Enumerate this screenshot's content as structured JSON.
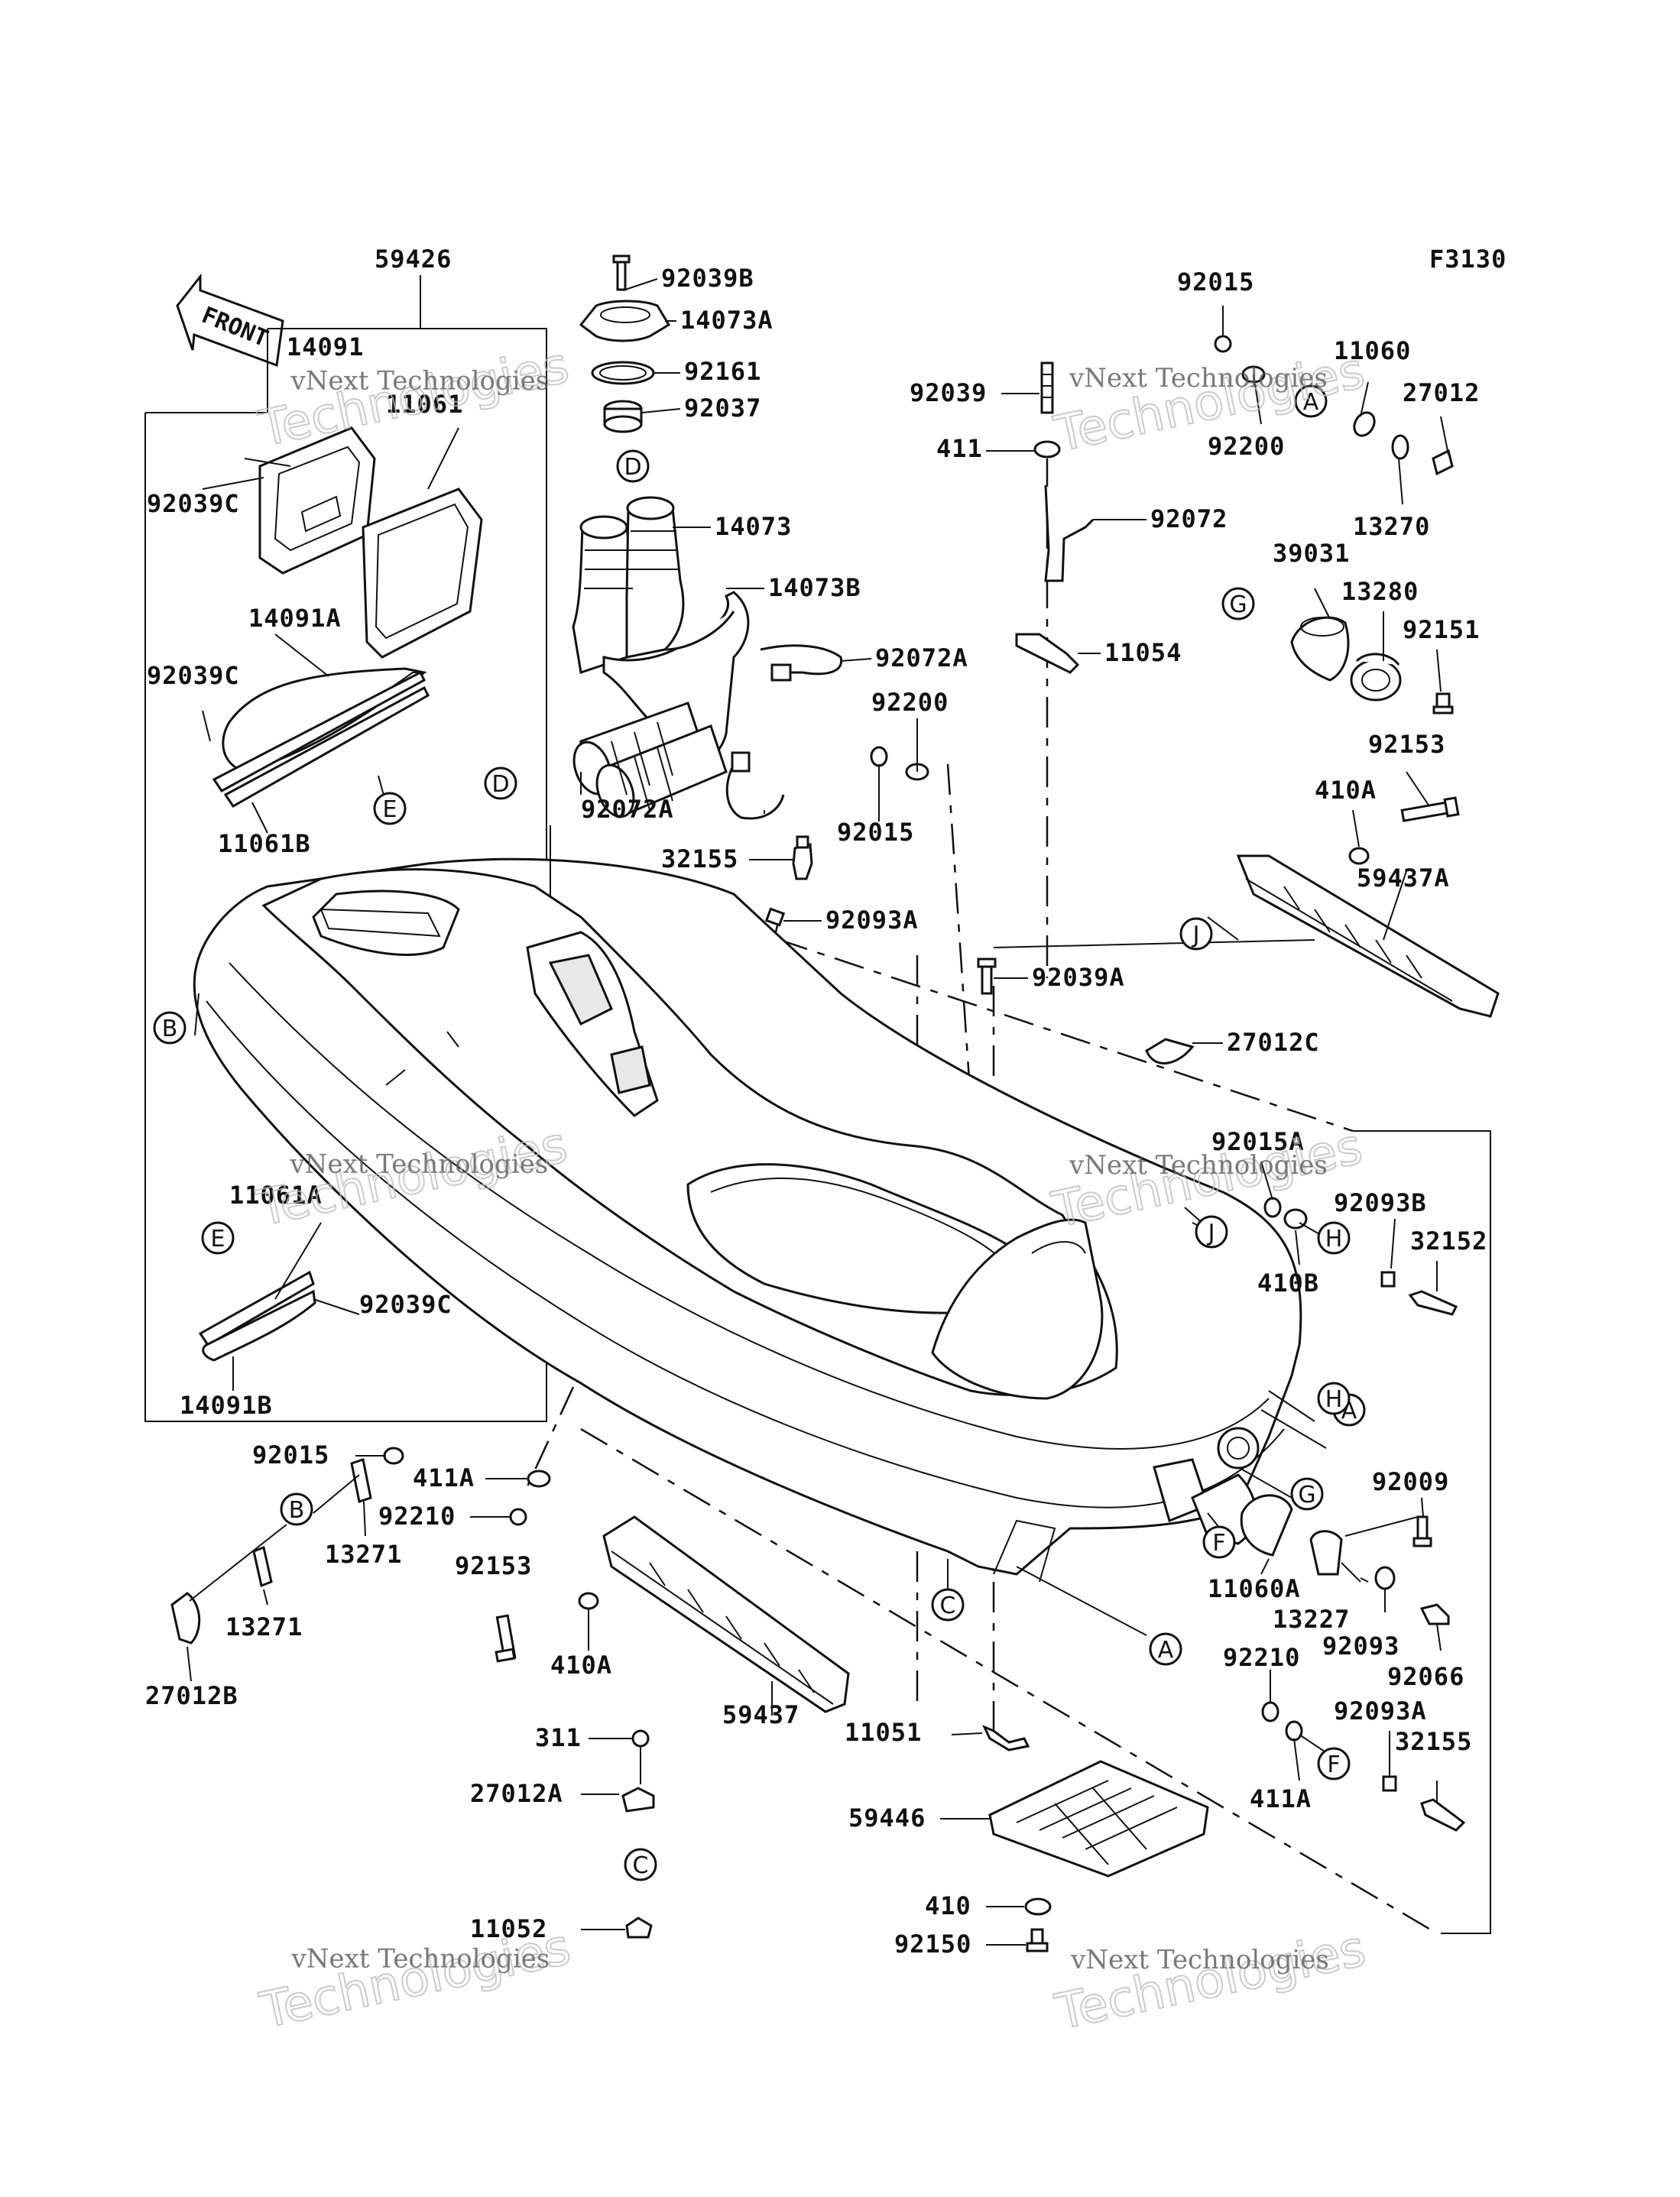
{
  "figure_code": "F3130",
  "front_arrow_text": "FRONT",
  "watermarks": [
    {
      "line1": "vNext Technologies",
      "line2": "Technologies"
    },
    {
      "line1": "vNext Technologies",
      "line2": "Technologies"
    },
    {
      "line1": "vNext Technologies",
      "line2": "Technologies"
    },
    {
      "line1": "vNext Technologies",
      "line2": "Technologies"
    },
    {
      "line1": "vNext Technologies",
      "line2": "Technologies"
    },
    {
      "line1": "vNext Technologies",
      "line2": "Technologies"
    }
  ],
  "part_labels": [
    "59426",
    "14091",
    "11061",
    "92039C",
    "14091A",
    "92039C",
    "11061B",
    "11061A",
    "92039C",
    "14091B",
    "92039B",
    "14073A",
    "92161",
    "92037",
    "14073",
    "14073B",
    "92072A",
    "92072A",
    "32155",
    "92093A",
    "92015",
    "92200",
    "92039",
    "411",
    "92072",
    "11054",
    "92015",
    "11060",
    "27012",
    "92200",
    "13270",
    "39031",
    "13280",
    "92151",
    "92153",
    "410A",
    "59437A",
    "92039A",
    "27012C",
    "92015A",
    "92093B",
    "32152",
    "410B",
    "92015",
    "411A",
    "92210",
    "13271",
    "13271",
    "27012B",
    "92153",
    "410A",
    "59437",
    "311",
    "27012A",
    "11052",
    "11051",
    "59446",
    "410",
    "92150",
    "92009",
    "11060A",
    "13227",
    "92093",
    "92066",
    "92210",
    "92093A",
    "32155",
    "411A"
  ],
  "callouts": [
    "A",
    "A",
    "A",
    "B",
    "B",
    "C",
    "C",
    "D",
    "D",
    "E",
    "E",
    "F",
    "F",
    "G",
    "G",
    "H",
    "H",
    "J",
    "J"
  ]
}
